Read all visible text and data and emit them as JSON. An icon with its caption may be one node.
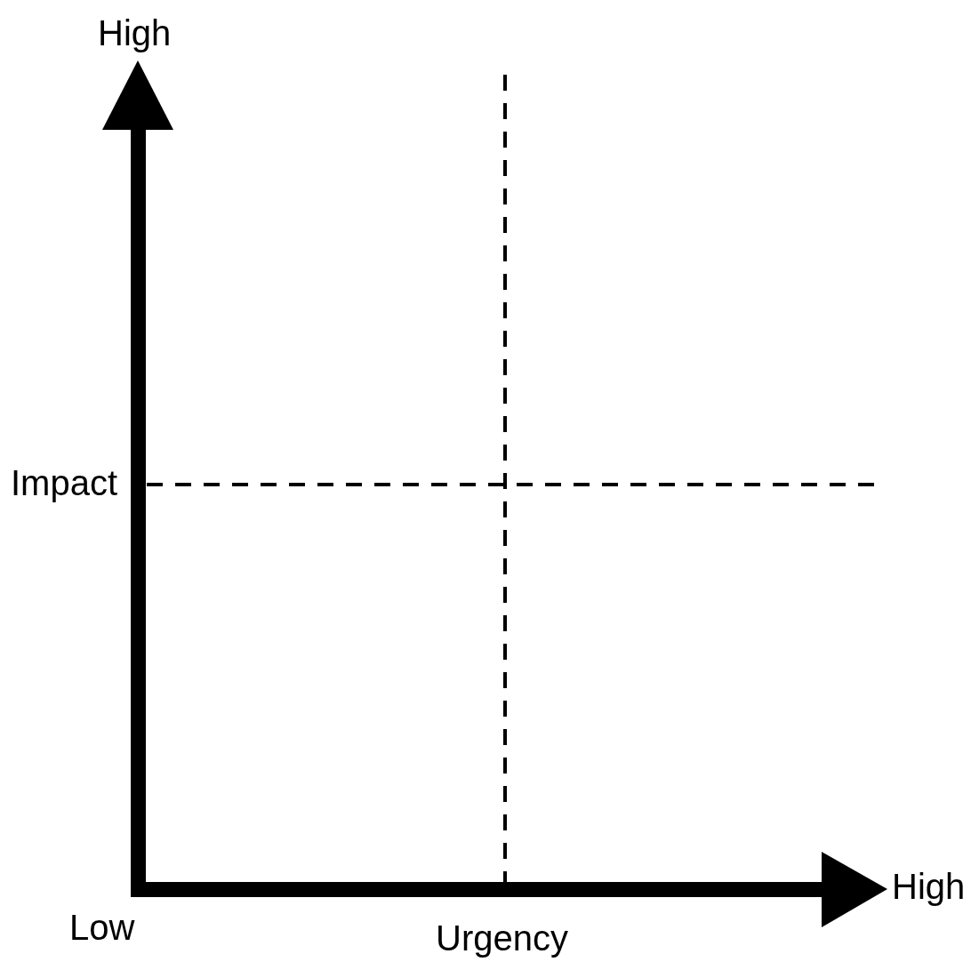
{
  "diagram": {
    "labels": [
      "High",
      "Impact",
      "Low",
      "Urgency",
      "High"
    ]
  }
}
